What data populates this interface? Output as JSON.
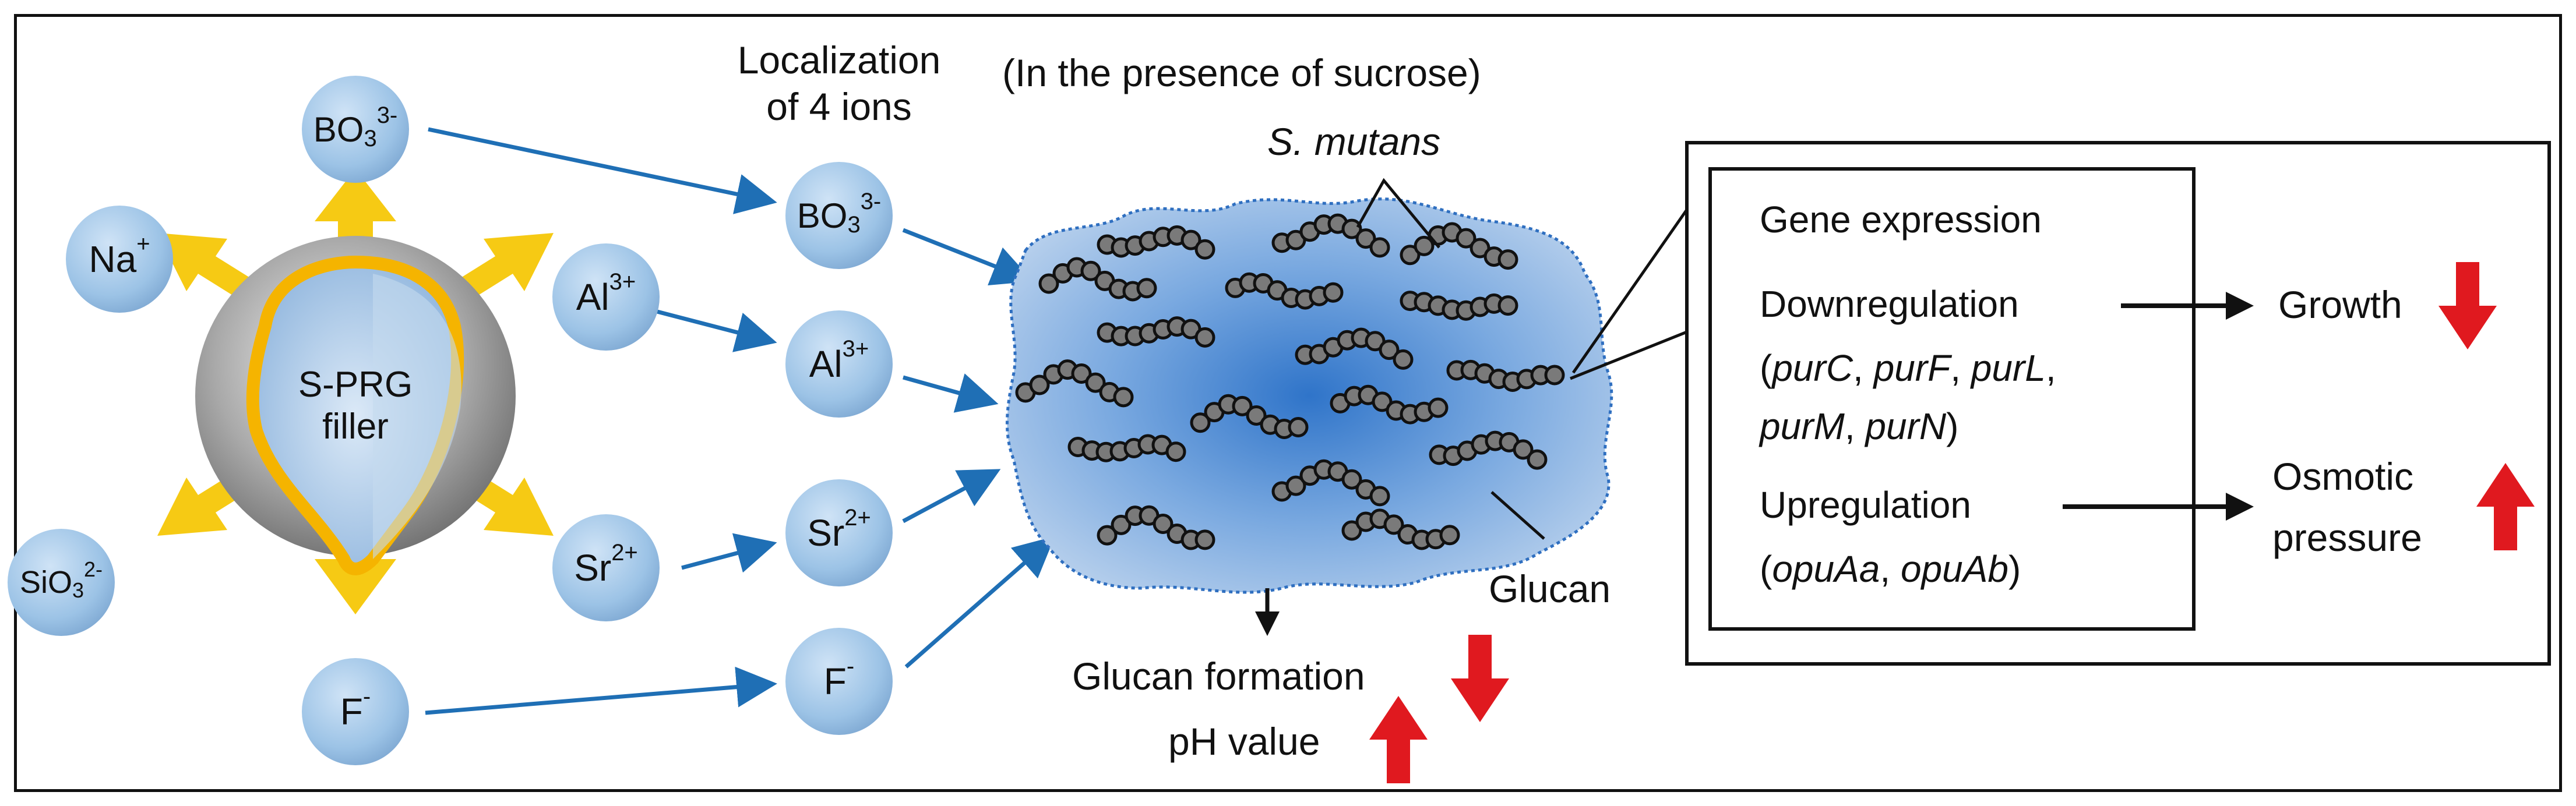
{
  "diagram": {
    "filler_label_line1": "S-PRG",
    "filler_label_line2": "filler",
    "source_ions": {
      "bo3": {
        "base": "BO",
        "sub": "3",
        "sup": "3-"
      },
      "na": {
        "base": "Na",
        "sup": "+"
      },
      "al": {
        "base": "Al",
        "sup": "3+"
      },
      "sio3": {
        "base": "SiO",
        "sub": "3",
        "sup": "2-"
      },
      "sr": {
        "base": "Sr",
        "sup": "2+"
      },
      "f": {
        "base": "F",
        "sup": "-"
      }
    },
    "localization_title_line1": "Localization",
    "localization_title_line2": "of 4 ions",
    "localized_ions": {
      "bo3": {
        "base": "BO",
        "sub": "3",
        "sup": "3-"
      },
      "al": {
        "base": "Al",
        "sup": "3+"
      },
      "sr": {
        "base": "Sr",
        "sup": "2+"
      },
      "f": {
        "base": "F",
        "sup": "-"
      }
    },
    "sucrose_label": "(In the presence of sucrose)",
    "bacteria_label": "S. mutans",
    "glucan_label": "Glucan",
    "glucan_formation": "Glucan formation",
    "ph_value": "pH value",
    "gene_box": {
      "title": "Gene expression",
      "down_label": "Downregulation",
      "down_genes": [
        "purC",
        "purF",
        "purL",
        "purM",
        "purN"
      ],
      "growth_label": "Growth",
      "up_label": "Upregulation",
      "up_genes": [
        "opuAa",
        "opuAb"
      ],
      "osmotic_line1": "Osmotic",
      "osmotic_line2": "pressure"
    },
    "colors": {
      "ion_fill": "#9cc3e6",
      "arrow_blue": "#1f6fb5",
      "yellow": "#f5c500",
      "red": "#e0191f",
      "glucan_blue": "#3a7fd0",
      "bead": "#777777"
    }
  }
}
